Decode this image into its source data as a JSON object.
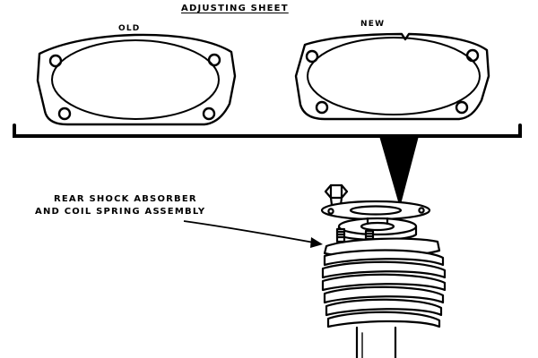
{
  "diagram": {
    "title": "ADJUSTING SHEET",
    "old_label": "OLD",
    "new_label": "NEW",
    "callout": {
      "line1": "REAR SHOCK ABSORBER",
      "line2": "AND COIL SPRING ASSEMBLY"
    }
  },
  "colors": {
    "ink": "#000000",
    "paper": "#ffffff"
  }
}
